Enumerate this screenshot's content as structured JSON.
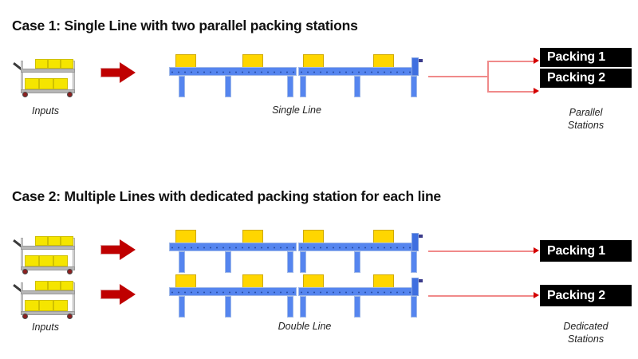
{
  "diagram": {
    "cases": [
      {
        "id": "case1",
        "title": "Case 1: Single Line with two parallel packing stations",
        "input_caption": "Inputs",
        "line_caption": "Single Line",
        "station_caption": "Parallel\nStations",
        "station_caption_line1": "Parallel",
        "station_caption_line2": "Stations",
        "carts": 1,
        "lines": 1,
        "stations": [
          "Packing 1",
          "Packing 2"
        ],
        "routing": "branching"
      },
      {
        "id": "case2",
        "title": "Case 2: Multiple Lines with dedicated packing station for each line",
        "input_caption": "Inputs",
        "line_caption": "Double Line",
        "station_caption_line1": "Dedicated",
        "station_caption_line2": "Stations",
        "carts": 2,
        "lines": 2,
        "stations": [
          "Packing 1",
          "Packing 2"
        ],
        "routing": "direct"
      }
    ],
    "conveyor": {
      "boxes_per_line": 4,
      "legs_per_line": 6,
      "segments": 2
    },
    "cart": {
      "shelves": 2,
      "boxes_top_shelf": 3,
      "boxes_bottom_shelf": 3,
      "wheels": 2
    },
    "colors": {
      "conveyor_blue": "#5585ef",
      "box_yellow": "#ffd600",
      "cart_box_yellow": "#f5e500",
      "block_arrow_red": "#bf0000",
      "connector_red": "#f08a8a",
      "arrowhead_red": "#d40000",
      "station_bg": "#000000",
      "station_text": "#ffffff",
      "title_text": "#111111",
      "background": "#ffffff"
    }
  }
}
